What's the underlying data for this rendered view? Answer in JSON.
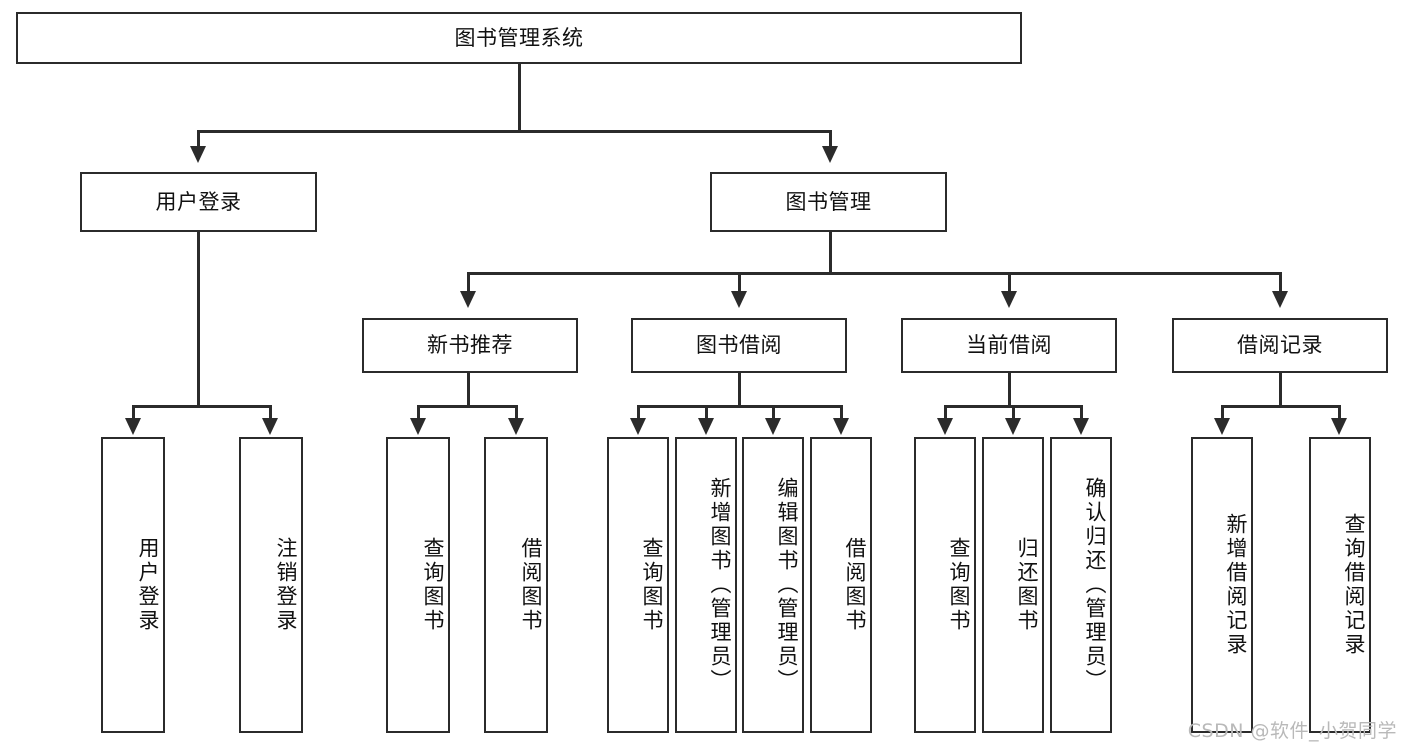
{
  "diagram": {
    "type": "tree",
    "title": "图书管理系统",
    "orientation": "top-down",
    "root": {
      "label": "图书管理系统"
    },
    "level2": [
      {
        "label": "用户登录"
      },
      {
        "label": "图书管理"
      }
    ],
    "level3": [
      {
        "label": "新书推荐"
      },
      {
        "label": "图书借阅"
      },
      {
        "label": "当前借阅"
      },
      {
        "label": "借阅记录"
      }
    ],
    "leaves": {
      "user_login": [
        {
          "label": "用户登录"
        },
        {
          "label": "注销登录"
        }
      ],
      "new_book_recommend": [
        {
          "label": "查询图书"
        },
        {
          "label": "借阅图书"
        }
      ],
      "book_borrow": [
        {
          "label": "查询图书"
        },
        {
          "label": "新增图书（管理员）"
        },
        {
          "label": "编辑图书（管理员）"
        },
        {
          "label": "借阅图书"
        }
      ],
      "current_borrow": [
        {
          "label": "查询图书"
        },
        {
          "label": "归还图书"
        },
        {
          "label": "确认归还（管理员）"
        }
      ],
      "borrow_record": [
        {
          "label": "新增借阅记录"
        },
        {
          "label": "查询借阅记录"
        }
      ]
    }
  },
  "watermark": {
    "text": "CSDN @软件_小贺同学"
  },
  "colors": {
    "stroke": "#2b2b2b",
    "fill": "#ffffff",
    "text": "#111111",
    "watermark": "#b9b9b9"
  }
}
